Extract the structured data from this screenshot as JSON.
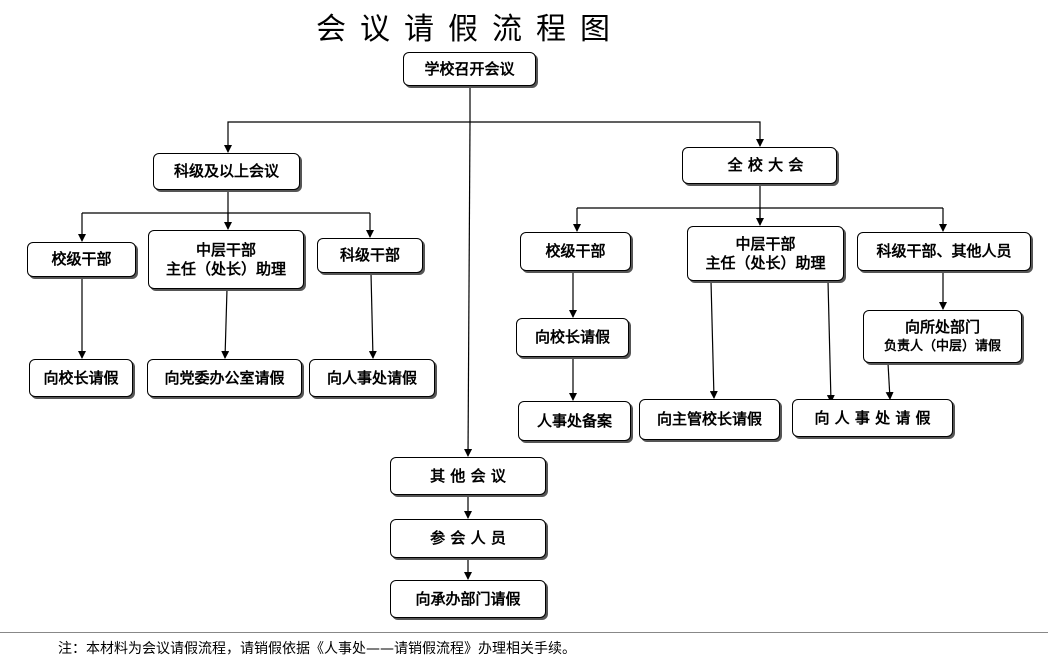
{
  "title": "会议请假流程图",
  "nodes": {
    "school": [
      "学校召开会议"
    ],
    "section_meeting": [
      "科级及以上会议"
    ],
    "all_school": [
      "全 校 大 会"
    ],
    "sm_school_cadre": [
      "校级干部"
    ],
    "sm_middle_cadre": [
      "中层干部",
      "主任（处长）助理"
    ],
    "sm_section_cadre": [
      "科级干部"
    ],
    "sm_ask_principal": [
      "向校长请假"
    ],
    "sm_ask_party_office": [
      "向党委办公室请假"
    ],
    "sm_ask_hr": [
      "向人事处请假"
    ],
    "as_school_cadre": [
      "校级干部"
    ],
    "as_middle_cadre": [
      "中层干部",
      "主任（处长）助理"
    ],
    "as_section_others": [
      "科级干部、其他人员"
    ],
    "as_ask_principal": [
      "向校长请假"
    ],
    "as_hr_record": [
      "人事处备案"
    ],
    "as_ask_vp": [
      "向主管校长请假"
    ],
    "as_ask_dept_head": [
      "向所处部门",
      "负责人（中层）请假"
    ],
    "as_ask_hr": [
      "向 人 事 处 请 假"
    ],
    "other_meeting": [
      "其 他 会 议"
    ],
    "attendees": [
      "参 会 人 员"
    ],
    "ask_host_dept": [
      "向承办部门请假"
    ]
  },
  "footnote": "注：本材料为会议请假流程，请销假依据《人事处——请销假流程》办理相关手续。"
}
